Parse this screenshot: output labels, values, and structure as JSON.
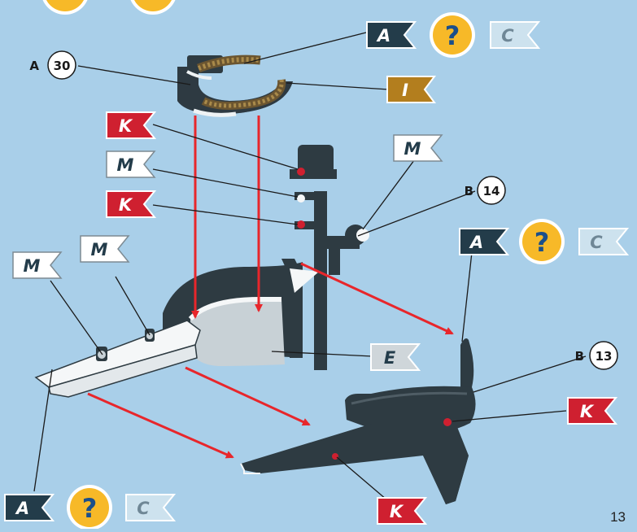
{
  "colors": {
    "background": "#a9cfe9",
    "part_dark": "#2e3b42",
    "part_light": "#f5f7f8",
    "arrow": "#e8262b",
    "flag_dark": "#233c4a",
    "flag_light_blue": "#cde2ee",
    "flag_red": "#cf2030",
    "flag_white": "#ffffff",
    "flag_gold": "#b37e1e",
    "flag_grey": "#cfd6da",
    "question_badge": "#f7b928"
  },
  "flags": {
    "a_top": "A",
    "c_top": "C",
    "i": "I",
    "k1": "K",
    "m1": "M",
    "k2": "K",
    "m_right": "M",
    "m_left1": "M",
    "m_left2": "M",
    "a_right": "A",
    "c_right": "C",
    "e": "E",
    "k_right": "K",
    "a_bottom": "A",
    "c_bottom": "C",
    "k_bottom": "K"
  },
  "question": "?",
  "callouts": {
    "c1": {
      "letter": "A",
      "number": "30"
    },
    "c2": {
      "letter": "B",
      "number": "14"
    },
    "c3": {
      "letter": "B",
      "number": "13"
    }
  },
  "page_number": "13"
}
